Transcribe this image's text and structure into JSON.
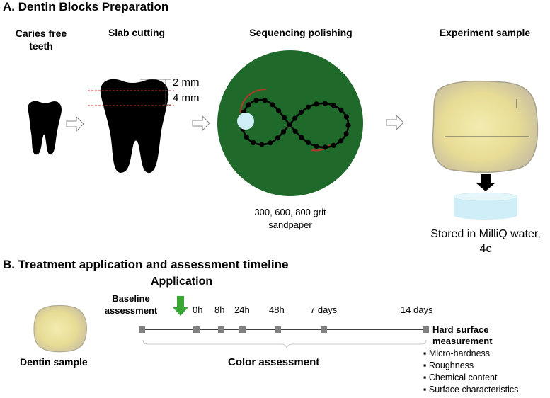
{
  "section_a": {
    "title": "A. Dentin Blocks Preparation",
    "step1_line1": "Caries free",
    "step1_line2": "teeth",
    "step2": "Slab cutting",
    "step3": "Sequencing polishing",
    "step4": "Experiment sample",
    "dim_top": "2 mm",
    "dim_bottom": "4 mm",
    "polish_line1": "300, 600, 800 grit",
    "polish_line2": "sandpaper",
    "storage_line1": "Stored in MilliQ water,",
    "storage_line2": "4c"
  },
  "section_b": {
    "title": "B. Treatment application and assessment timeline",
    "application": "Application",
    "baseline_line1": "Baseline",
    "baseline_line2": "assessment",
    "sample_label": "Dentin sample",
    "color_assessment": "Color assessment",
    "timepoints": [
      "0h",
      "8h",
      "24h",
      "48h",
      "7 days",
      "14 days"
    ],
    "hard_surface_line1": "Hard surface",
    "hard_surface_line2": "measurement",
    "measurements": [
      "Micro-hardness",
      "Roughness",
      "Chemical content",
      "Surface characteristics"
    ]
  },
  "colors": {
    "disc": "#1f6a2b",
    "arrow_green": "#3aa635",
    "water": "#cfeef8",
    "marker": "#808080",
    "guide_red": "#e03030"
  }
}
